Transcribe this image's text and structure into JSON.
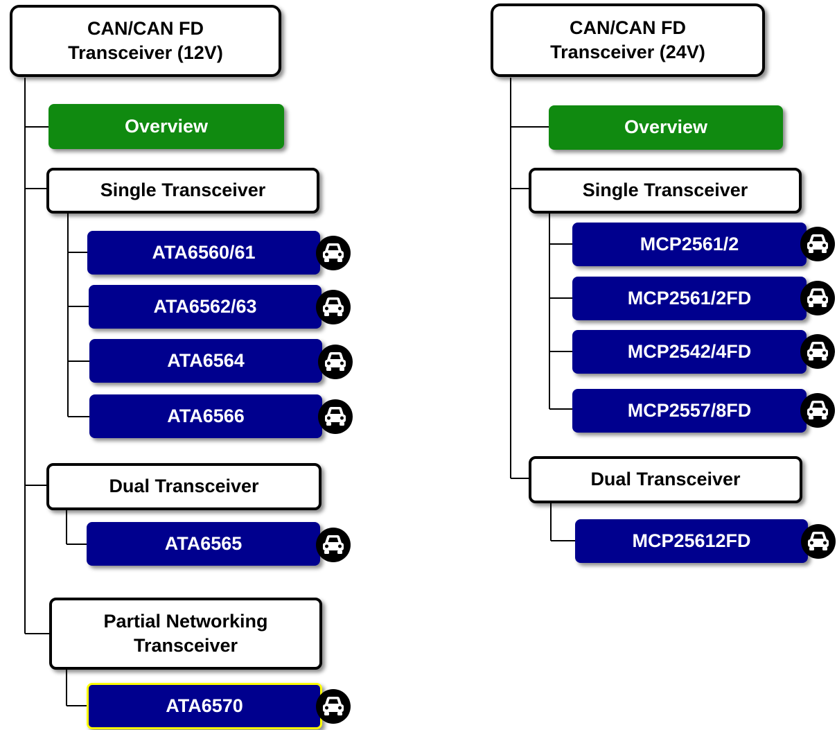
{
  "colors": {
    "overview": "#108a10",
    "part": "#00008e",
    "highlight_border": "#ffff00",
    "outline": "#000000"
  },
  "left": {
    "title": "CAN/CAN FD\nTransceiver (12V)",
    "overview": "Overview",
    "single": {
      "label": "Single Transceiver",
      "parts": [
        "ATA6560/61",
        "ATA6562/63",
        "ATA6564",
        "ATA6566"
      ]
    },
    "dual": {
      "label": "Dual Transceiver",
      "parts": [
        "ATA6565"
      ]
    },
    "partial": {
      "label": "Partial Networking\nTransceiver",
      "parts": [
        "ATA6570"
      ],
      "highlighted": "ATA6570"
    }
  },
  "right": {
    "title": "CAN/CAN FD\nTransceiver (24V)",
    "overview": "Overview",
    "single": {
      "label": "Single Transceiver",
      "parts": [
        "MCP2561/2",
        "MCP2561/2FD",
        "MCP2542/4FD",
        "MCP2557/8FD"
      ]
    },
    "dual": {
      "label": "Dual Transceiver",
      "parts": [
        "MCP25612FD"
      ]
    }
  },
  "icons": {
    "part_badge": "car-icon"
  }
}
